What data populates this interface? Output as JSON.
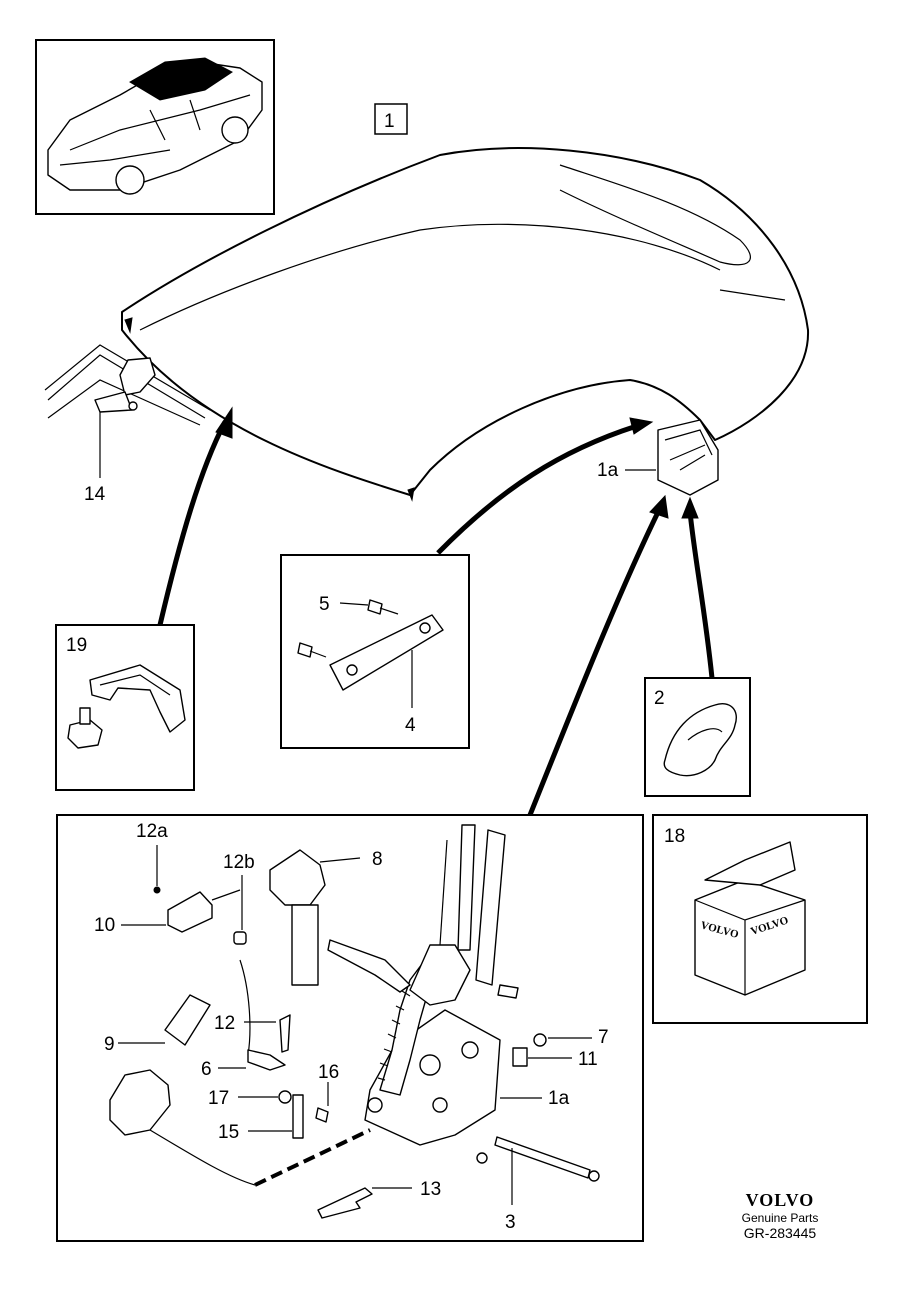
{
  "callouts": {
    "c1": "1",
    "c1a_top": "1a",
    "c14": "14",
    "c19": "19",
    "c5": "5",
    "c4": "4",
    "c2": "2",
    "c18": "18",
    "c12a": "12a",
    "c12b": "12b",
    "c8": "8",
    "c10": "10",
    "c12": "12",
    "c9": "9",
    "c6": "6",
    "c16": "16",
    "c17": "17",
    "c15": "15",
    "c7": "7",
    "c11": "11",
    "c1a_bottom": "1a",
    "c13": "13",
    "c3": "3"
  },
  "box_brand_text": "VOLVO",
  "footer": {
    "logo": "VOLVO",
    "subtitle": "Genuine Parts",
    "ref": "GR-283445"
  }
}
